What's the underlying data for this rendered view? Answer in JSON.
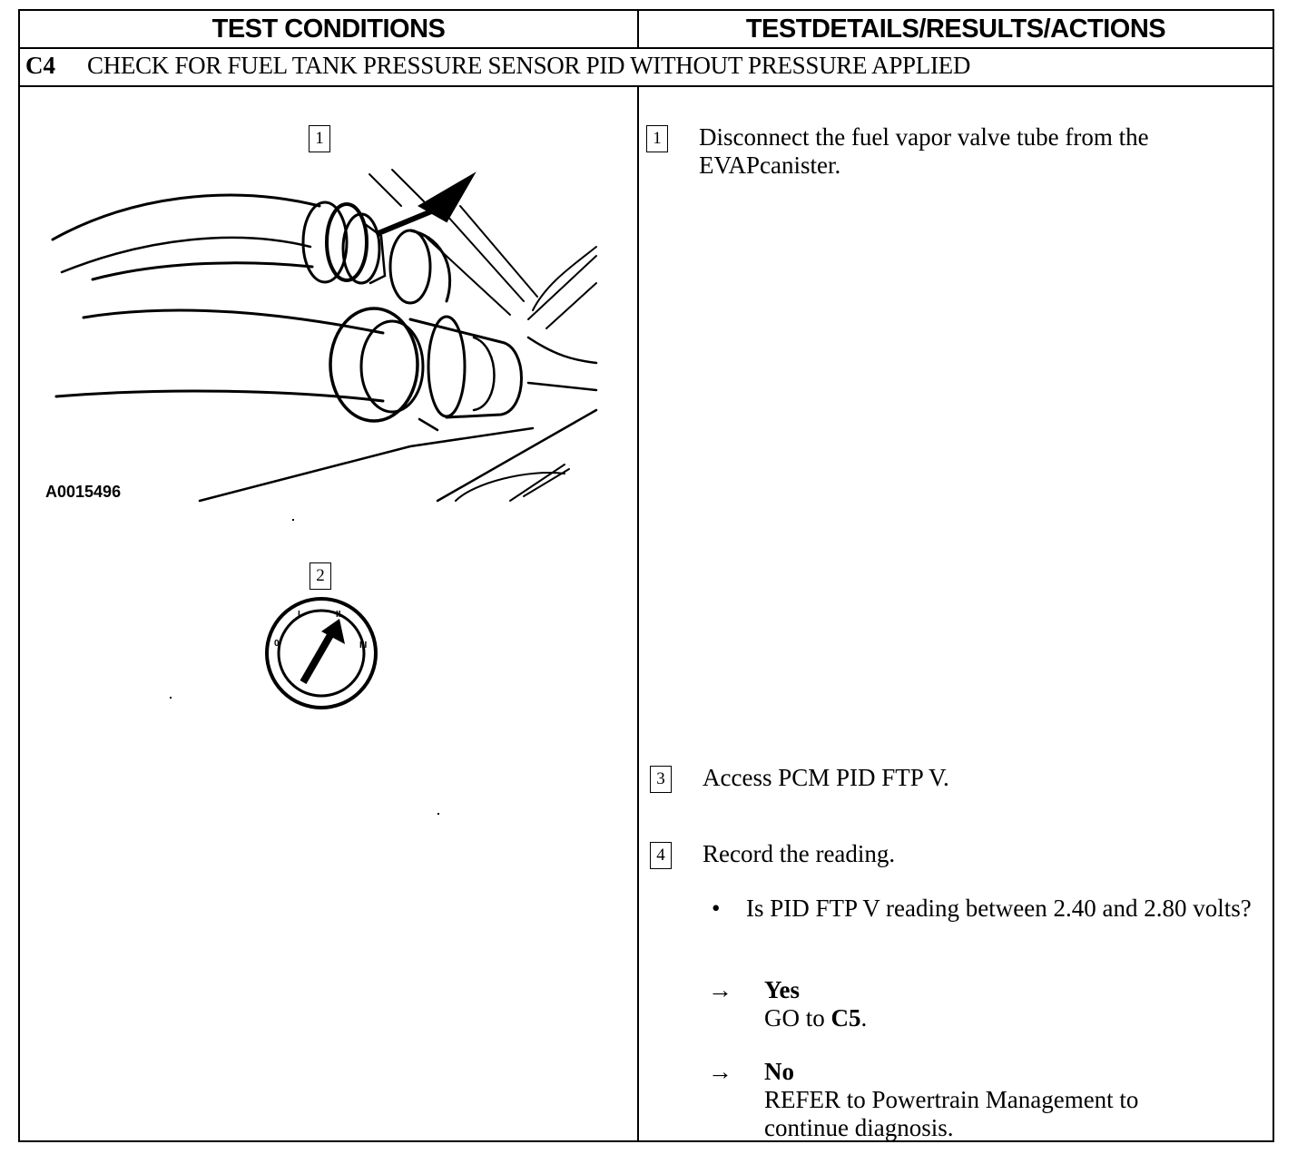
{
  "header": {
    "left": "TEST CONDITIONS",
    "right": "TESTDETAILS/RESULTS/ACTIONS"
  },
  "step": {
    "code": "C4",
    "title": "CHECK FOR FUEL TANK PRESSURE SENSOR PID WITHOUT PRESSURE APPLIED"
  },
  "left": {
    "figure1_num": "1",
    "figure_id": "A0015496",
    "figure2_num": "2"
  },
  "right": {
    "step1_num": "1",
    "step1_text": "Disconnect the fuel vapor valve tube from the EVAPcanister.",
    "step3_num": "3",
    "step3_text": "Access PCM PID FTP V.",
    "step4_num": "4",
    "step4_text": "Record the reading.",
    "bullet": "•",
    "question": "Is PID FTP V reading between 2.40 and 2.80 volts?",
    "arrow": "→",
    "yes_label": "Yes",
    "yes_prefix": "GO to ",
    "yes_target": "C5",
    "yes_suffix": ".",
    "no_label": "No",
    "no_text": "REFER to Powertrain Management to continue diagnosis."
  }
}
